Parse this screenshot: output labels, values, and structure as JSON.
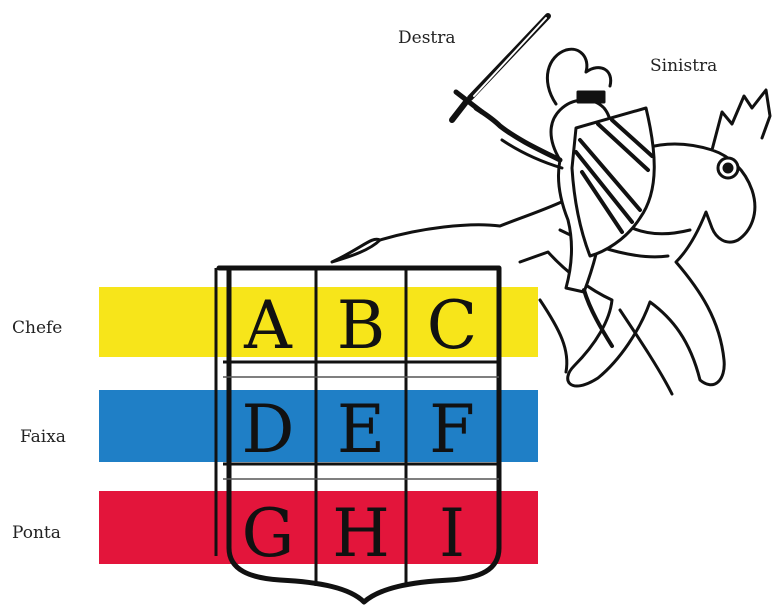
{
  "labels": {
    "destra": "Destra",
    "sinistra": "Sinistra",
    "chefe": "Chefe",
    "faixa": "Faixa",
    "ponta": "Ponta"
  },
  "shield": {
    "letters": [
      "A",
      "B",
      "C",
      "D",
      "E",
      "F",
      "G",
      "H",
      "I"
    ]
  },
  "colors": {
    "chefe_band": "#f7e51a",
    "faixa_band": "#1f7fc6",
    "ponta_band": "#e3153b",
    "ink": "#111111"
  },
  "icons": {
    "knight": "armored-knight-on-horseback-icon",
    "sword": "sword-icon"
  }
}
